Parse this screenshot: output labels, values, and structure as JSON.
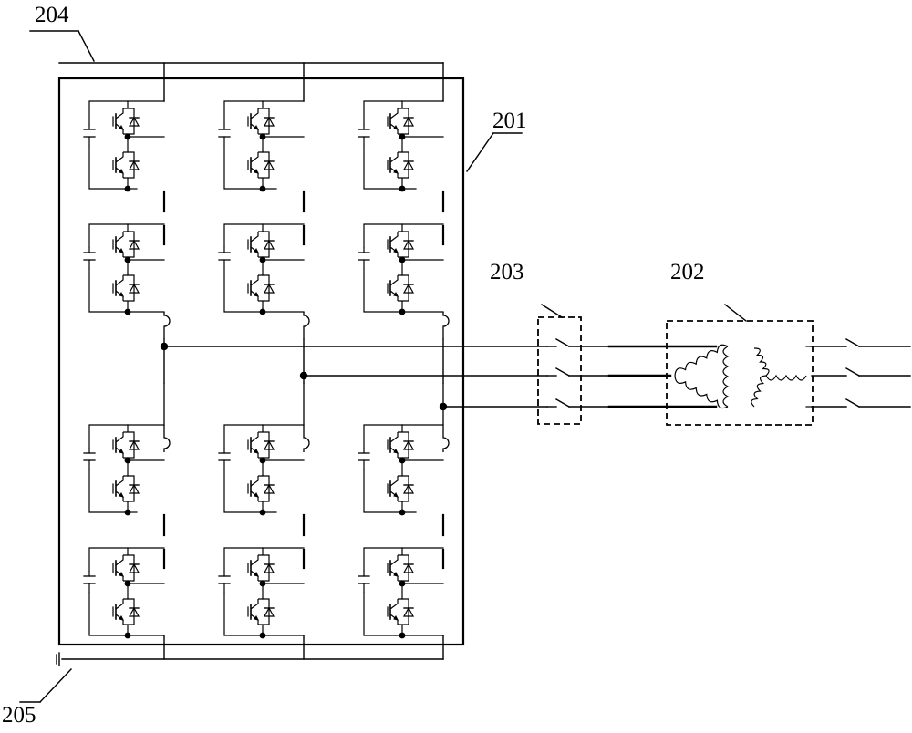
{
  "labels": {
    "bus_positive": "204",
    "converter": "201",
    "switch_unit": "203",
    "transformer": "202",
    "bus_negative": "205"
  },
  "colors": {
    "line": "#000000",
    "background": "#ffffff"
  }
}
